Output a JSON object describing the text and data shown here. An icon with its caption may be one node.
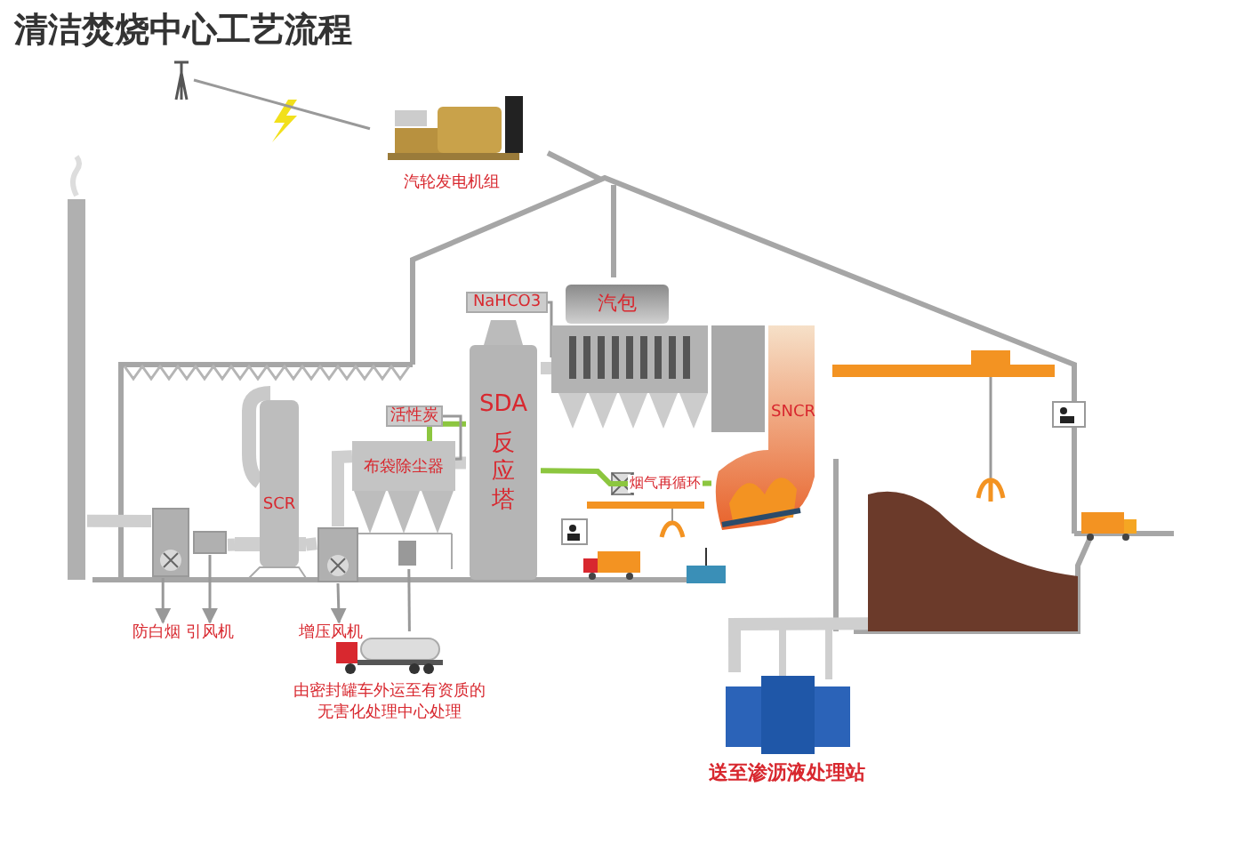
{
  "diagram": {
    "title": "清洁焚烧中心工艺流程",
    "nodes": [
      {
        "text": [
          "汽轮发电机组"
        ]
      },
      {
        "text": [],
        "shape": "picture"
      },
      {
        "text": [
          "汽包"
        ]
      },
      {
        "text": [],
        "shape": "box"
      },
      {
        "text": [
          "SNCR"
        ]
      },
      {
        "text": [
          "SDA",
          "反应塔"
        ]
      },
      {
        "text": [
          "NaHCO3"
        ]
      },
      {
        "text": [
          "活性炭"
        ]
      },
      {
        "text": [
          "布袋除尘器"
        ]
      },
      {
        "text": [
          "SCR"
        ]
      },
      {
        "text": [],
        "shape": "box"
      },
      {
        "text": [
          "增压风机"
        ]
      },
      {
        "text": [],
        "shape": "box"
      },
      {
        "text": [
          "引风机"
        ]
      },
      {
        "text": [],
        "shape": "box"
      },
      {
        "text": [
          "防白烟"
        ]
      },
      {
        "text": [],
        "shape": "bar"
      },
      {
        "text": [
          "由密封罐车外运至有资质的无害化处理中心处理"
        ]
      },
      {
        "text": [
          "送至渗沥液处理站"
        ]
      },
      {
        "text": [],
        "shape": "picture"
      }
    ],
    "edges": [
      {
        "from": 0,
        "to": 1,
        "arrow": "none"
      },
      {
        "from": 3,
        "to": 5,
        "arrow": "none",
        "style": "thick"
      },
      {
        "from": 5,
        "to": 8,
        "arrow": "none",
        "style": "thick"
      },
      {
        "from": 8,
        "to": 10,
        "arrow": "none",
        "style": "thick"
      },
      {
        "from": 10,
        "to": 9,
        "arrow": "none",
        "style": "thick"
      },
      {
        "from": 9,
        "to": 12,
        "arrow": "none",
        "style": "thick"
      },
      {
        "from": 14,
        "to": 16,
        "arrow": "none",
        "style": "thick"
      },
      {
        "from": 8,
        "to": 5,
        "arrow": "none",
        "color": "#8cc63f"
      },
      {
        "from": 5,
        "to": 4,
        "arrow": "none",
        "color": "#8cc63f",
        "label": "烟气再循环"
      },
      {
        "from": 8,
        "to": 17,
        "arrow": "none"
      },
      {
        "from": 19,
        "to": 18,
        "arrow": "none",
        "style": "thick"
      },
      {
        "from": 10,
        "to": 11,
        "arrow": "to"
      },
      {
        "from": 12,
        "to": 13,
        "arrow": "to"
      },
      {
        "from": 14,
        "to": 15,
        "arrow": "to"
      },
      {
        "from": 6,
        "to": 3,
        "arrow": "none"
      },
      {
        "from": 7,
        "to": 8,
        "arrow": "none"
      }
    ]
  }
}
